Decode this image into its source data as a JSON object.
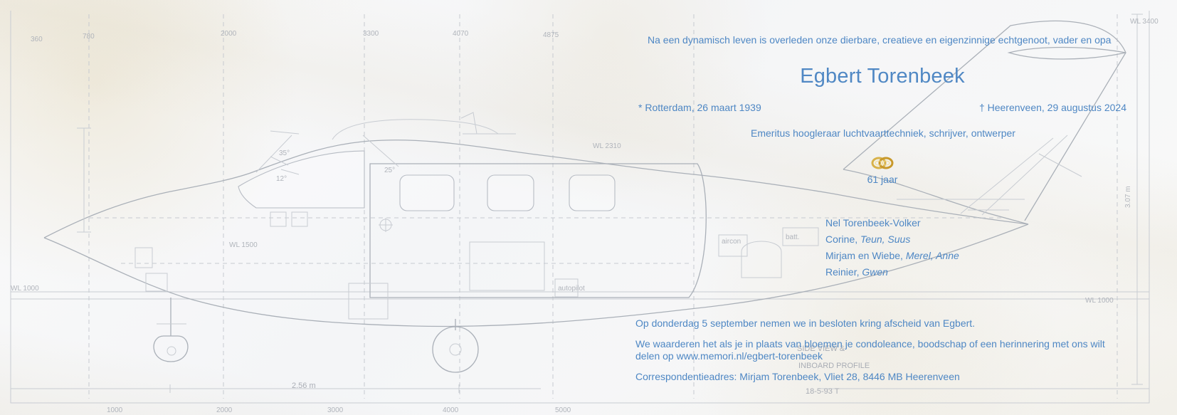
{
  "announcement": {
    "intro": "Na een dynamisch leven is overleden onze dierbare, creatieve en eigenzinnige echtgenoot, vader en opa",
    "name": "Egbert Torenbeek",
    "birth": "* Rotterdam, 26 maart 1939",
    "death": "† Heerenveen, 29 augustus 2024",
    "profession": "Emeritus hoogleraar luchtvaarttechniek, schrijver, ontwerper",
    "marriage_years": "61 jaar",
    "rings_icon": "wedding-rings-icon",
    "family": [
      {
        "name": "Nel Torenbeek-Volker",
        "children": ""
      },
      {
        "name": "Corine, ",
        "children": "Teun, Suus"
      },
      {
        "name": "Mirjam en Wiebe, ",
        "children": "Merel, Anne"
      },
      {
        "name": "Reinier, ",
        "children": "Gwen"
      }
    ],
    "farewell": "Op donderdag 5 september nemen we in besloten kring afscheid van Egbert.",
    "condolence": "We waarderen het als je in plaats van bloemen je condoleance, boodschap of een herinnering met ons wilt delen op www.memori.nl/egbert-torenbeek",
    "address": "Correspondentieadres: Mirjam Torenbeek, Vliet 28, 8446 MB  Heerenveen"
  },
  "blueprint": {
    "labels": [
      "360",
      "780",
      "2000",
      "3300",
      "4070",
      "4875",
      "WL 3400",
      "WL 2310",
      "WL 1500",
      "WL 1000",
      "WL 1000",
      "2.56 m",
      "3.07 m",
      "SIDE VIEW &",
      "INBOARD PROFILE",
      "18-5-93 T",
      "1000",
      "2000",
      "3000",
      "4000",
      "5000",
      "35°",
      "12°",
      "25°",
      "batt.",
      "aircon",
      "autopilot"
    ]
  },
  "colors": {
    "text": "#4e87c4",
    "drawing": "#aab0b8",
    "paper": "#f7f7f7",
    "ring_gold": "#d8b24a"
  }
}
